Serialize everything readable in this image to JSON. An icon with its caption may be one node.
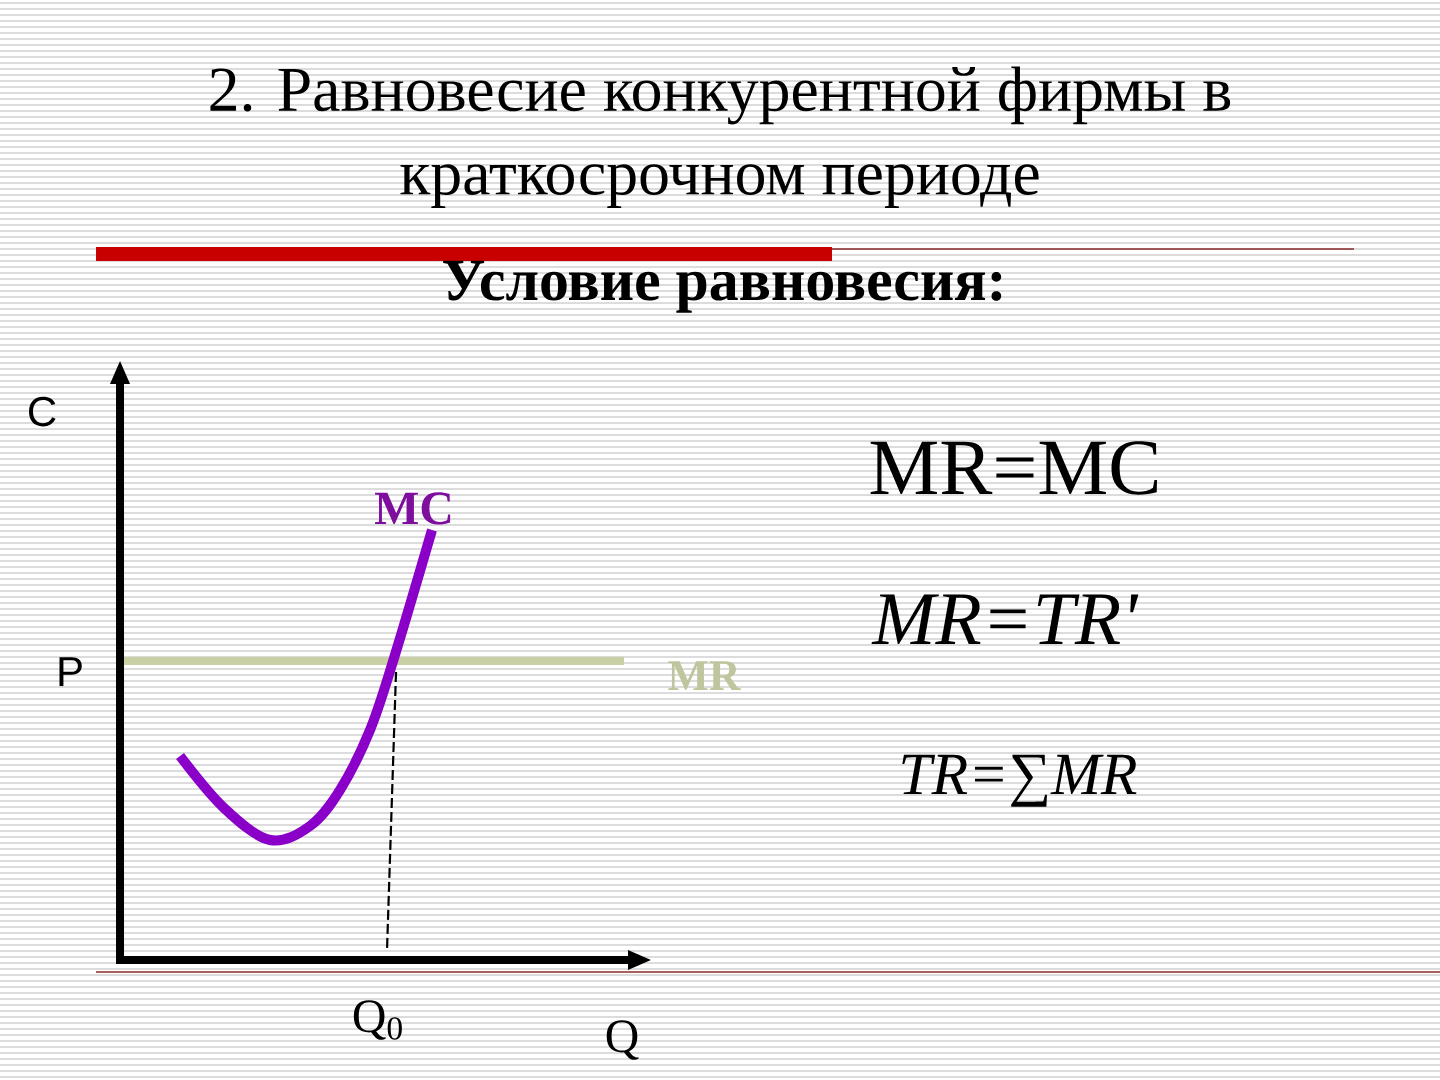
{
  "diagram": {
    "title": "2. Равновесие конкурентной фирмы в краткосрочном периоде",
    "labels": [
      "Условие равновесия:",
      "C",
      "MR=MC",
      "MC",
      "P",
      "MR",
      "MR=TR'",
      "TR=∑MR",
      "Q$_{0}$",
      "Q"
    ]
  }
}
